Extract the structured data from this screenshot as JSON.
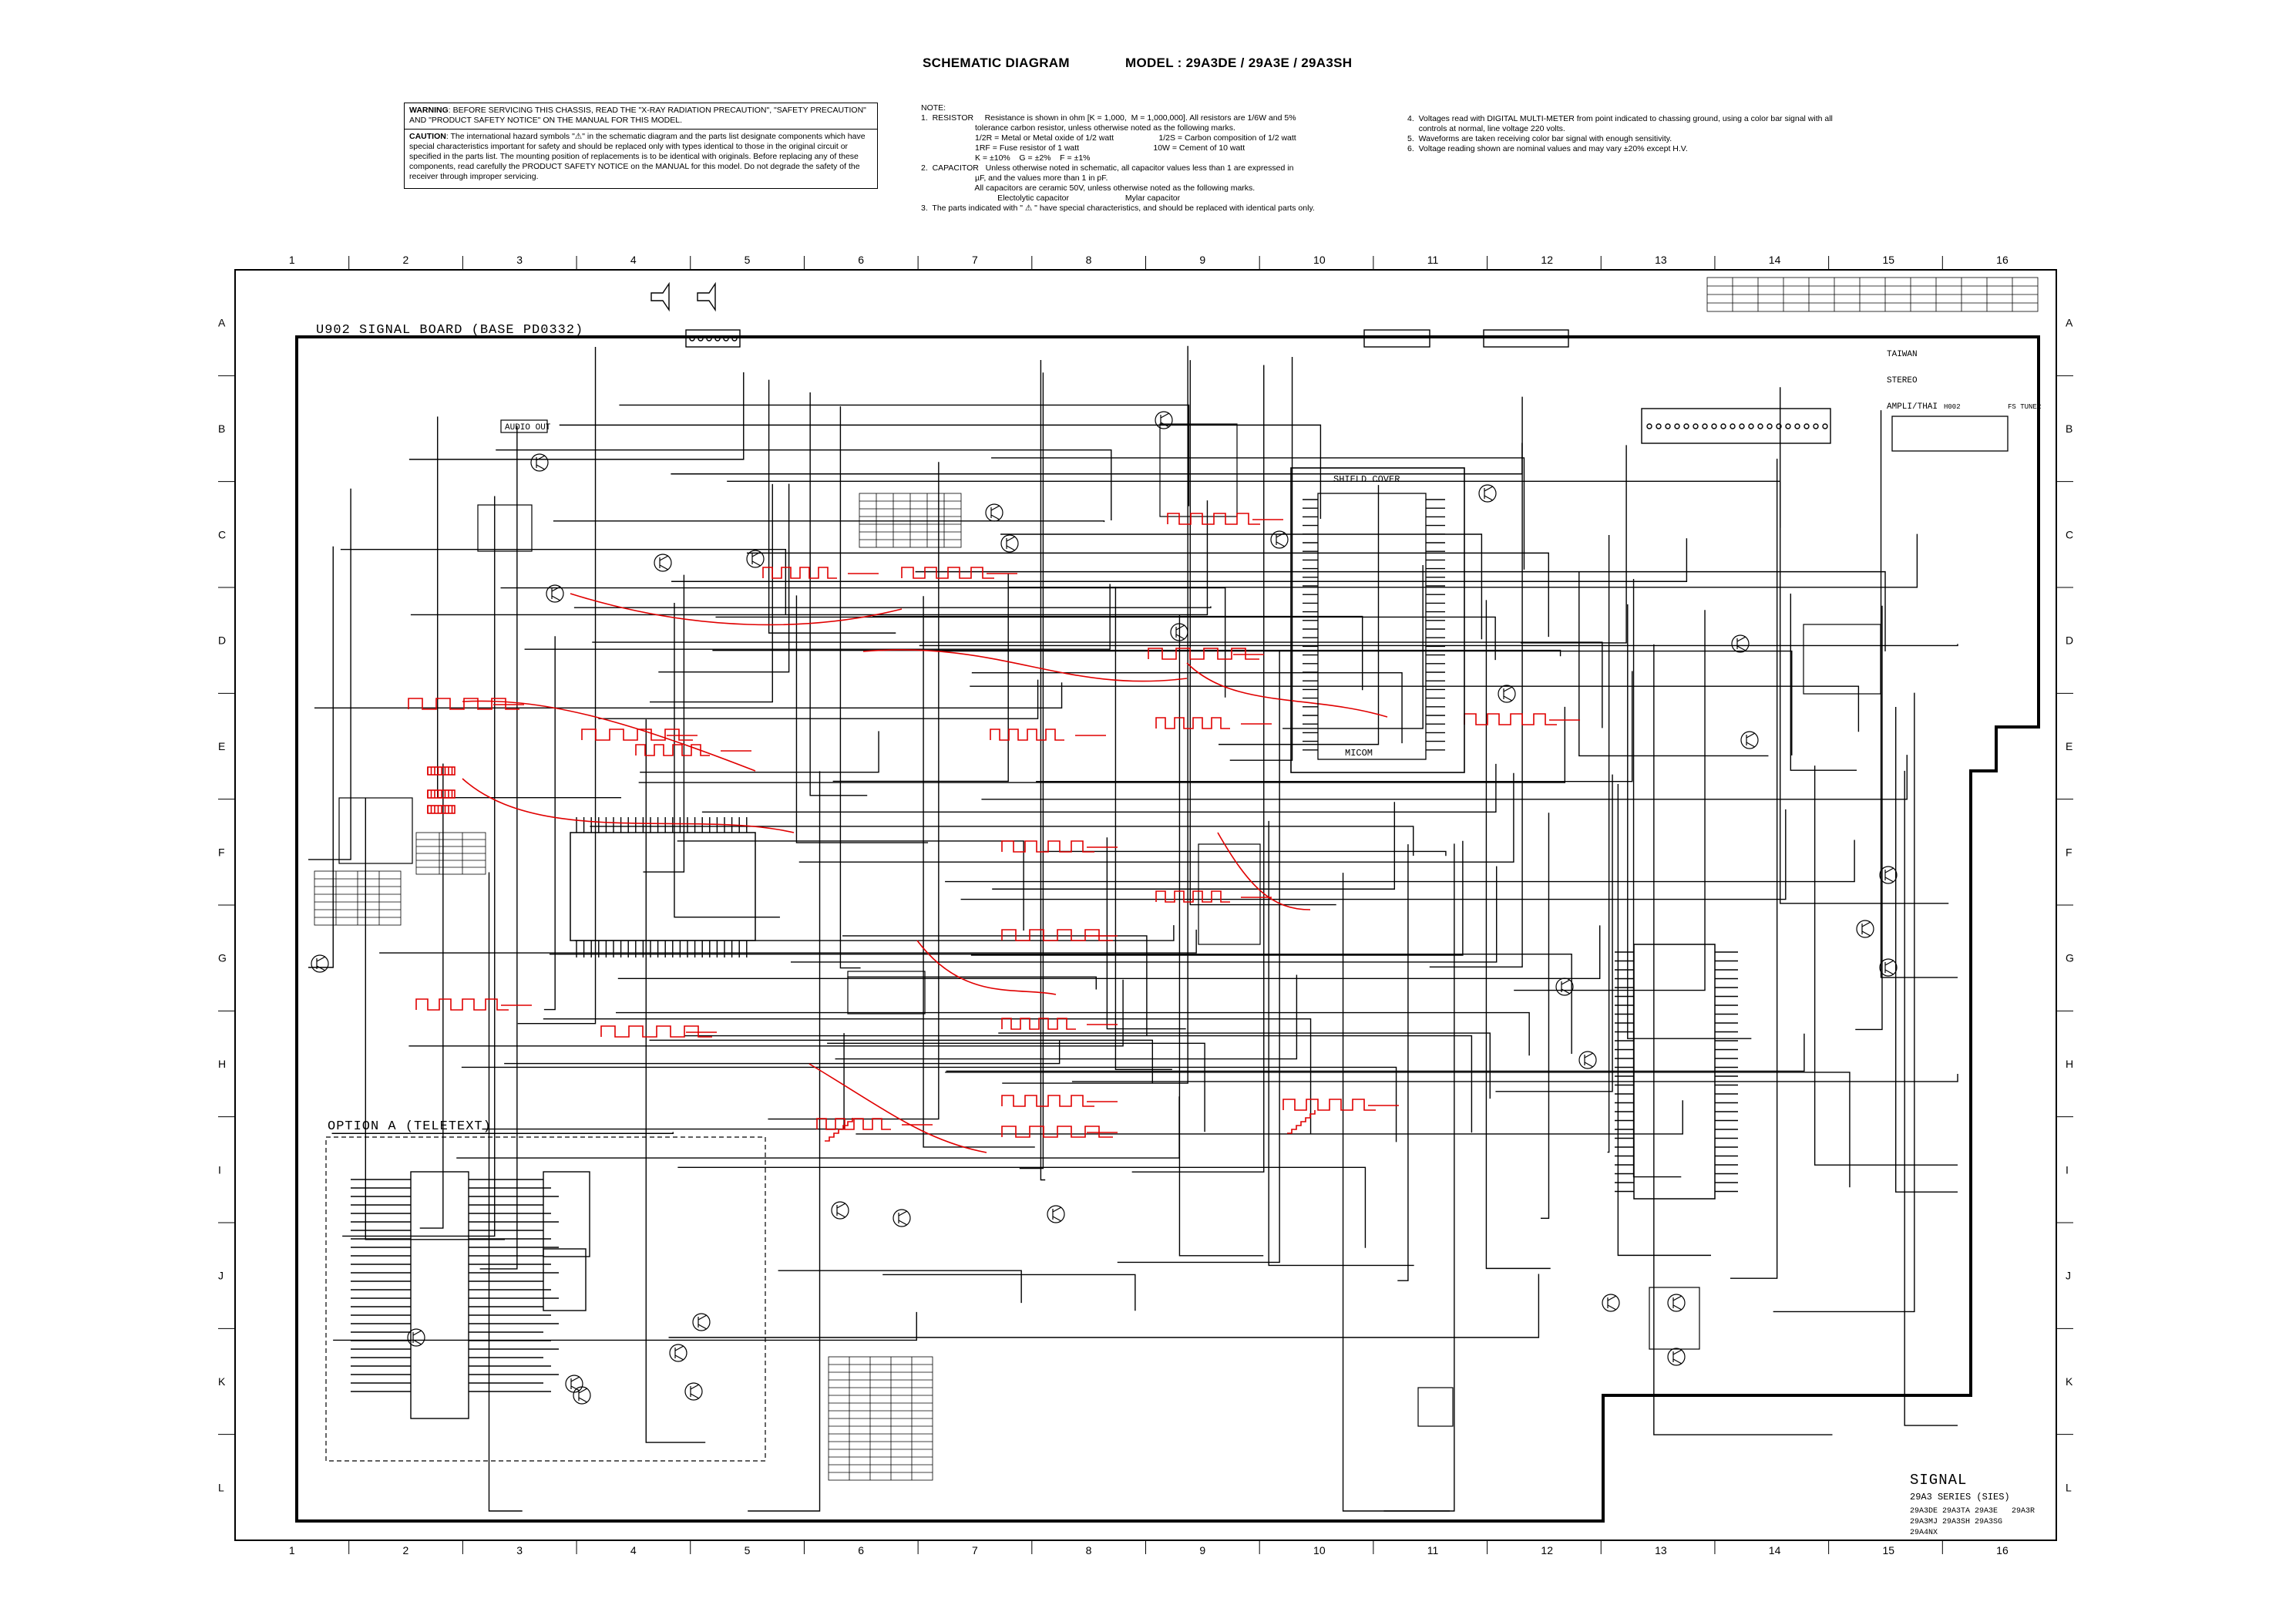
{
  "header": {
    "title": "SCHEMATIC DIAGRAM",
    "model": "MODEL : 29A3DE /  29A3E /  29A3SH"
  },
  "warning_box": {
    "warning_label": "WARNING",
    "warning_text": ": BEFORE SERVICING THIS CHASSIS, READ THE \"X-RAY RADIATION PRECAUTION\", \"SAFETY PRECAUTION\" AND \"PRODUCT SAFETY NOTICE\" ON THE MANUAL FOR THIS MODEL.",
    "caution_label": "CAUTION",
    "caution_text": ": The international hazard symbols \"⚠\" in the schematic diagram and the parts list designate components which have special characteristics important for safety and should be replaced only with types identical to those in the original circuit or specified in the parts list. The mounting position of replacements is to be identical with originals. Before replacing any of these components, read carefully the PRODUCT SAFETY NOTICE on the MANUAL for this model. Do not degrade the safety of the receiver through improper servicing."
  },
  "notes_left": [
    "NOTE:",
    "1.  RESISTOR     Resistance is shown in ohm [K = 1,000,  M = 1,000,000]. All resistors are 1/6W and 5%",
    "                        tolerance carbon resistor, unless otherwise noted as the following marks.",
    "                        1/2R = Metal or Metal oxide of 1/2 watt                    1/2S = Carbon composition of 1/2 watt",
    "                        1RF = Fuse resistor of 1 watt                                 10W = Cement of 10 watt",
    "                        K = ±10%    G = ±2%    F = ±1%",
    "2.  CAPACITOR   Unless otherwise noted in schematic, all capacitor values less than 1 are expressed in",
    "                        µF, and the values more than 1 in pF.",
    "                        All capacitors are ceramic 50V, unless otherwise noted as the following marks.",
    "                                  Electolytic capacitor                         Mylar capacitor",
    "3.  The parts indicated with \" ⚠ \" have special characteristics, and should be replaced with identical parts only."
  ],
  "notes_right": [
    "4.  Voltages read with DIGITAL MULTI-METER from point indicated to chassing ground, using a color bar signal with all",
    "     controls at normal, line voltage 220 volts.",
    "5.  Waveforms are taken receiving color bar signal with enough sensitivity.",
    "6.  Voltage reading shown are nominal values and may vary ±20% except H.V."
  ],
  "grid": {
    "columns": [
      "1",
      "2",
      "3",
      "4",
      "5",
      "6",
      "7",
      "8",
      "9",
      "10",
      "11",
      "12",
      "13",
      "14",
      "15",
      "16"
    ],
    "rows": [
      "A",
      "B",
      "C",
      "D",
      "E",
      "F",
      "G",
      "H",
      "I",
      "J",
      "K",
      "L"
    ]
  },
  "schematic": {
    "board_label": "U902  SIGNAL  BOARD     (BASE  PD0332)",
    "audio_out": "AUDIO OUT",
    "shield_cover": "SHIELD COVER",
    "micom": "MICOM",
    "option_a": "OPTION  A  (TELETEXT)",
    "region_labels": [
      "TAIWAN",
      "STEREO",
      "AMPLI/THAI"
    ],
    "fs_tuner": "FS TUNER",
    "h002": "H002"
  },
  "signal_block": {
    "title": "SIGNAL",
    "series": "29A3 SERIES    (SIES)",
    "models_1": "29A3DE  29A3TA  29A3E",
    "models_2": "29A3MJ  29A3SH  29A3SG",
    "models_3": "29A4NX",
    "model_extra": "29A3R"
  }
}
